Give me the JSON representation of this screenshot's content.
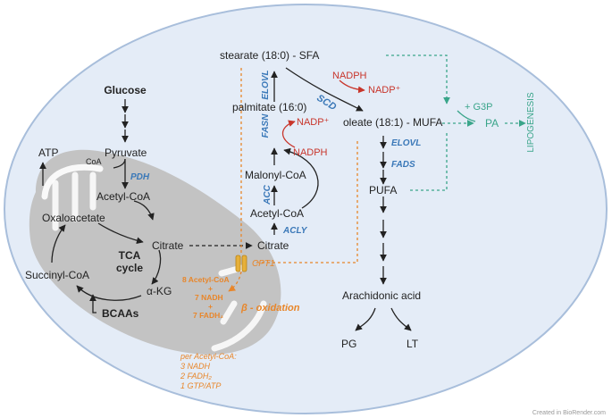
{
  "metabolites": {
    "glucose": "Glucose",
    "pyruvate": "Pyruvate",
    "acetyl_coa_mito": "Acetyl-CoA",
    "oxaloacetate": "Oxaloacetate",
    "citrate_mito": "Citrate",
    "tca": "TCA",
    "cycle": "cycle",
    "alpha_kg": "α-KG",
    "succinyl_coa": "Succinyl-CoA",
    "bcaas": "BCAAs",
    "atp": "ATP",
    "coa": "CoA",
    "citrate_cyto": "Citrate",
    "acetyl_coa_cyto": "Acetyl-CoA",
    "malonyl_coa": "Malonyl-CoA",
    "palmitate": "palmitate (16:0)",
    "stearate": "stearate (18:0) - SFA",
    "oleate": "oleate (18:1) - MUFA",
    "pufa": "PUFA",
    "arachidonic": "Arachidonic acid",
    "pg": "PG",
    "lt": "LT",
    "pa": "PA"
  },
  "enzymes": {
    "pdh": "PDH",
    "acly": "ACLY",
    "acc": "ACC",
    "fasn": "FASN",
    "elovl_left": "ELOVL",
    "scd": "SCD",
    "elovl_right": "ELOVL",
    "fads": "FADS"
  },
  "cofactors": {
    "nadph_fasn": "NADPH",
    "nadp_fasn": "NADP⁺",
    "nadph_scd": "NADPH",
    "nadp_scd": "NADP⁺",
    "g3p": "+ G3P"
  },
  "lipogenesis": "LIPOGENESIS",
  "beta_oxidation": {
    "cpt1": "CPT1",
    "yield_1": "8 Acetyl-CoA",
    "plus_1": "+",
    "yield_2": "7 NADH",
    "plus_2": "+",
    "yield_3": "7 FADH₂",
    "label": "β - oxidation",
    "per_title": "per Acetyl-CoA:",
    "per_1": "3 NADH",
    "per_2": "2 FADH₂",
    "per_3": "1 GTP/ATP"
  },
  "watermark": "Created in BioRender.com",
  "colors": {
    "cell_fill": "#e4ecf7",
    "cell_border": "#a8bedb",
    "mito_fill": "#c3c3c3",
    "enzyme_blue": "#3a78b8",
    "redox_red": "#c8352b",
    "beta_orange": "#e8862a",
    "lipogenesis_teal": "#3aa58a"
  }
}
